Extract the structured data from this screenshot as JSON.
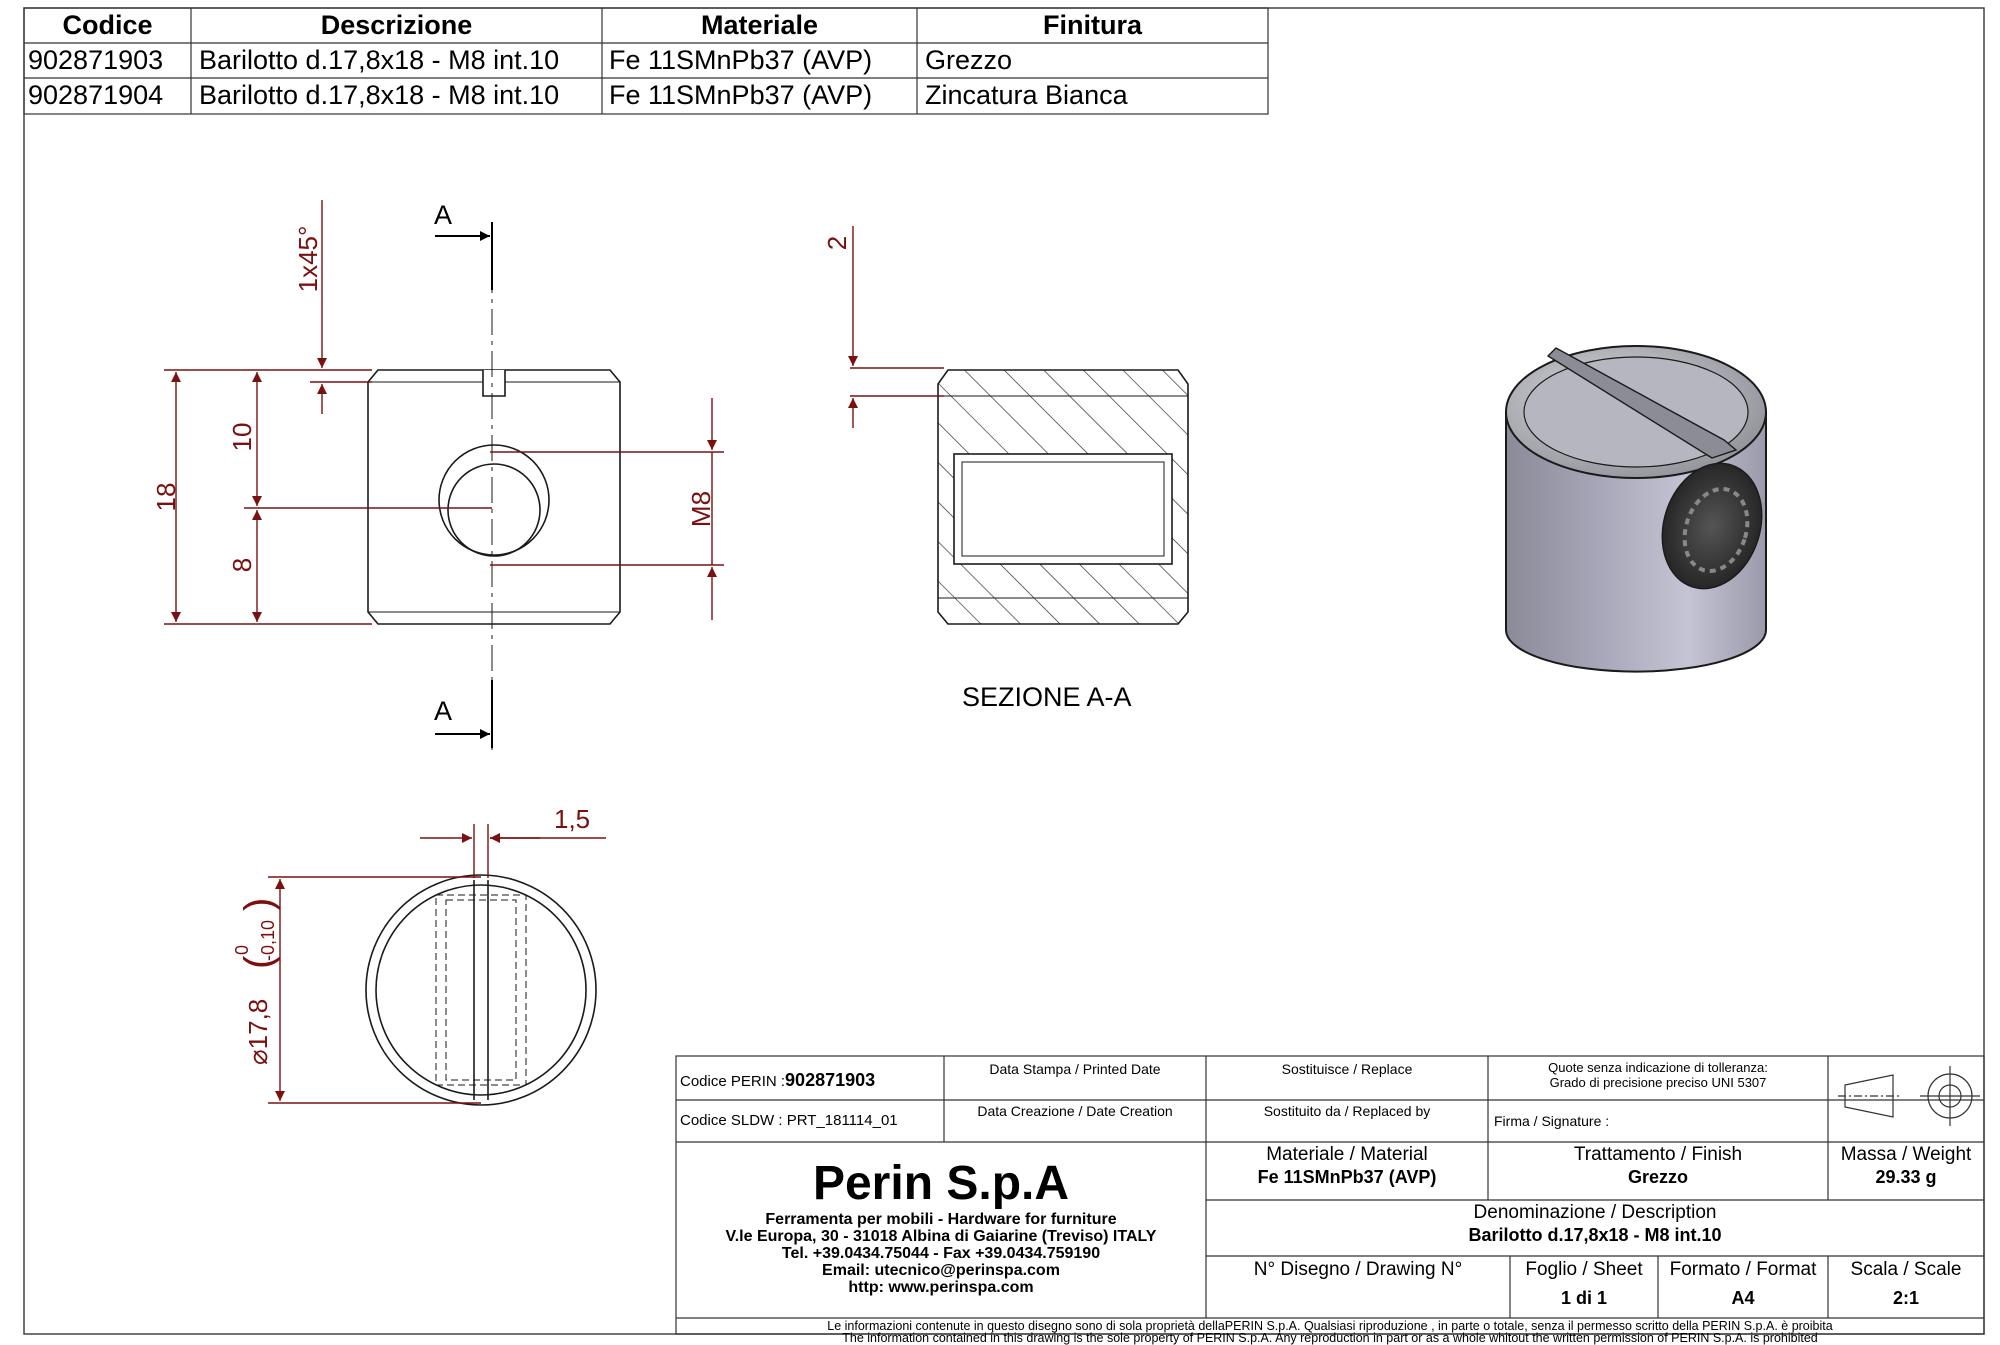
{
  "table": {
    "headers": [
      "Codice",
      "Descrizione",
      "Materiale",
      "Finitura"
    ],
    "rows": [
      [
        "902871903",
        "Barilotto d.17,8x18 - M8 int.10",
        "Fe 11SMnPb37 (AVP)",
        "Grezzo"
      ],
      [
        "902871904",
        "Barilotto d.17,8x18 - M8 int.10",
        "Fe 11SMnPb37 (AVP)",
        "Zincatura Bianca"
      ]
    ]
  },
  "front_view": {
    "section_mark_top": "A",
    "section_mark_bottom": "A",
    "dim_chamfer": "1x45°",
    "dim_height": "18",
    "dim_upper": "10",
    "dim_lower": "8",
    "dim_thread": "M8"
  },
  "section_view": {
    "dim_top": "2",
    "caption": "SEZIONE A-A"
  },
  "top_view": {
    "dim_slot": "1,5",
    "dim_diameter": "⌀17,8",
    "tol_upper": "0",
    "tol_lower": "-0,10"
  },
  "title_block": {
    "codice_perin_label": "Codice PERIN :",
    "codice_perin_value": "902871903",
    "codice_sldw": "Codice SLDW : PRT_181114_01",
    "printed_date_label": "Data Stampa / Printed Date",
    "creation_date_label": "Data Creazione / Date Creation",
    "replace_label": "Sostituisce / Replace",
    "replaced_by_label": "Sostituito da / Replaced by",
    "tolerance_line1": "Quote senza indicazione di tolleranza:",
    "tolerance_line2": "Grado di precisione preciso UNI 5307",
    "signature_label": "Firma / Signature :",
    "company_name": "Perin S.p.A",
    "company_line1": "Ferramenta per mobili - Hardware for furniture",
    "company_line2": "V.le Europa, 30 - 31018 Albina di Gaiarine (Treviso) ITALY",
    "company_line3": "Tel. +39.0434.75044 - Fax +39.0434.759190",
    "company_line4": "Email: utecnico@perinspa.com",
    "company_line5": "http: www.perinspa.com",
    "material_label": "Materiale / Material",
    "material_value": "Fe 11SMnPb37 (AVP)",
    "finish_label": "Trattamento / Finish",
    "finish_value": "Grezzo",
    "weight_label": "Massa / Weight",
    "weight_value": "29.33 g",
    "description_label": "Denominazione / Description",
    "description_value": "Barilotto d.17,8x18 - M8 int.10",
    "drawing_no_label": "N° Disegno / Drawing N°",
    "sheet_label": "Foglio / Sheet",
    "sheet_value": "1 di 1",
    "format_label": "Formato / Format",
    "format_value": "A4",
    "scale_label": "Scala / Scale",
    "scale_value": "2:1",
    "disclaimer_it": "Le informazioni contenute in questo disegno sono di sola proprietà dellaPERIN S.p.A. Qualsiasi riproduzione , in parte o totale, senza il permesso scritto della PERIN S.p.A. è proibita",
    "disclaimer_en": "The information contained in this drawing is the sole property of PERIN S.p.A. Any reproduction in part or as a whole whitout the written permission of PERIN S.p.A. is prohibited"
  },
  "colors": {
    "dimension": "#7a1010",
    "line": "#1a1a1a"
  }
}
